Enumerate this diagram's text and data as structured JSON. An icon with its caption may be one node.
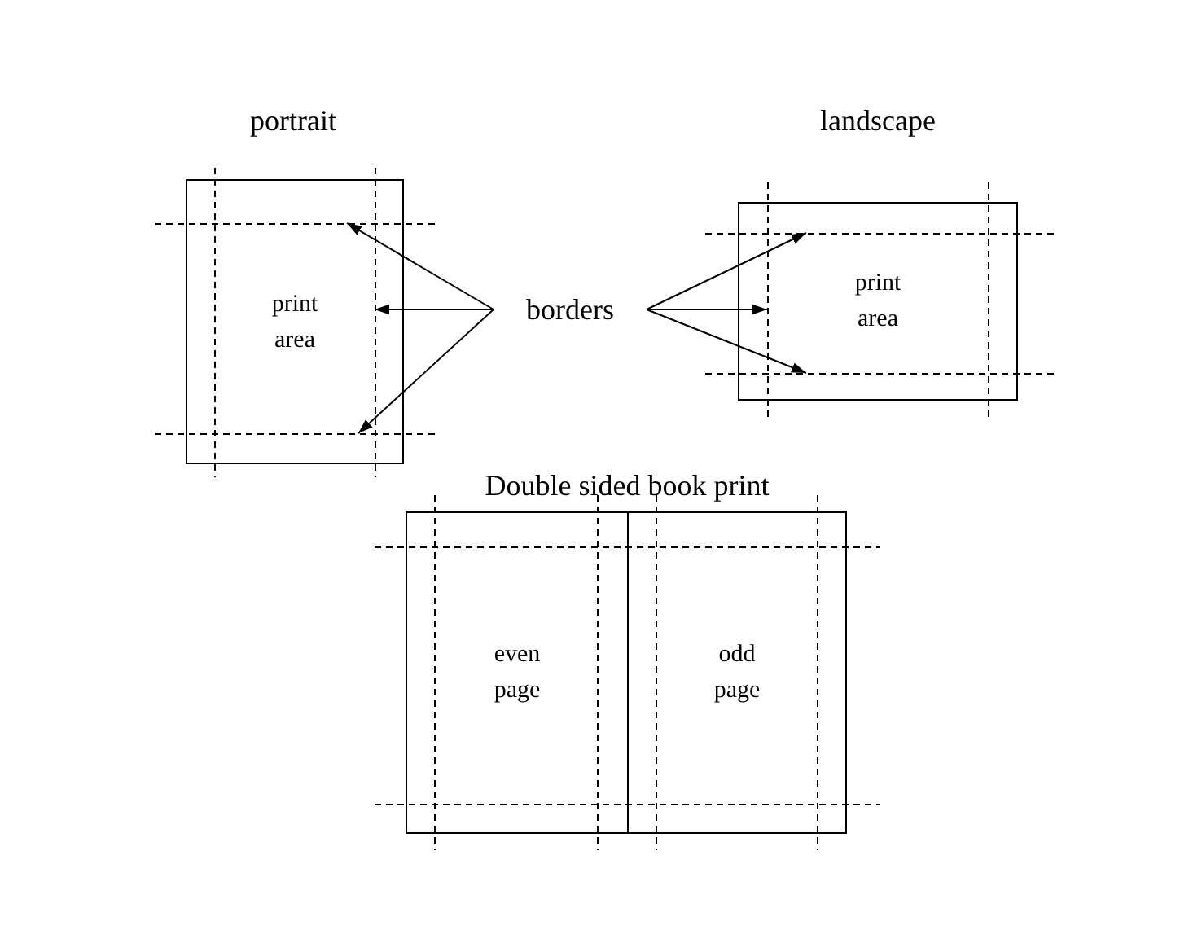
{
  "diagram": {
    "nodes": [
      {
        "text": [
          "portrait",
          "print area"
        ]
      },
      {
        "text": [],
        "shape": "line"
      },
      {
        "text": [],
        "shape": "line"
      },
      {
        "text": [],
        "shape": "line"
      },
      {
        "text": [
          "borders"
        ]
      },
      {
        "text": [
          "landscape",
          "print area"
        ]
      },
      {
        "text": [],
        "shape": "line"
      },
      {
        "text": [],
        "shape": "line"
      },
      {
        "text": [],
        "shape": "line"
      },
      {
        "text": [
          "Double sided book print"
        ]
      },
      {
        "text": [
          "even page"
        ],
        "in": 9
      },
      {
        "text": [
          "odd page"
        ],
        "in": 9
      }
    ],
    "edges": [
      {
        "from": 4,
        "to": 1,
        "arrow": "to"
      },
      {
        "from": 4,
        "to": 2,
        "arrow": "to"
      },
      {
        "from": 4,
        "to": 3,
        "arrow": "to"
      },
      {
        "from": 4,
        "to": 6,
        "arrow": "to"
      },
      {
        "from": 4,
        "to": 7,
        "arrow": "to"
      },
      {
        "from": 4,
        "to": 8,
        "arrow": "to"
      }
    ]
  }
}
